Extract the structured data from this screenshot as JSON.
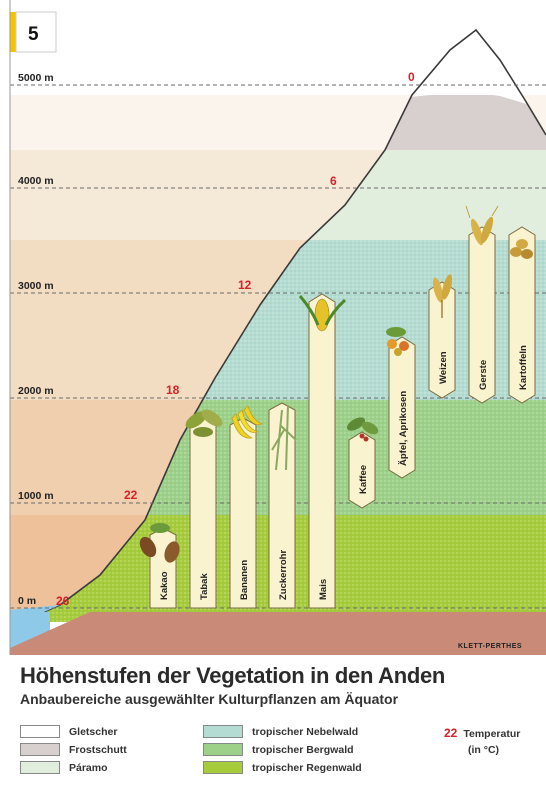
{
  "figure_number": "5",
  "altitude_labels": [
    "0 m",
    "1000 m",
    "2000 m",
    "3000 m",
    "4000 m",
    "5000 m"
  ],
  "temperature_labels": [
    "26",
    "22",
    "18",
    "12",
    "6",
    "0"
  ],
  "plants": [
    "Kakao",
    "Tabak",
    "Bananen",
    "Zuckerrohr",
    "Mais",
    "Kaffee",
    "Äpfel, Aprikosen",
    "Weizen",
    "Gerste",
    "Kartoffeln"
  ],
  "publisher": "KLETT-PERTHES",
  "title": "Höhenstufen der Vegetation in den Anden",
  "subtitle": "Anbaubereiche ausgewählter Kulturpflanzen am Äquator",
  "legend": {
    "gletscher": "Gletscher",
    "frostschutt": "Frostschutt",
    "paramo": "Páramo",
    "nebelwald": "tropischer Nebelwald",
    "bergwald": "tropischer Bergwald",
    "regenwald": "tropischer Regenwald",
    "temp_sample": "22",
    "temp_line1": "Temperatur",
    "temp_line2": "(in °C)"
  },
  "colors": {
    "gletscher": "#ffffff",
    "frostschutt": "#d8cfcf",
    "paramo": "#e2eedd",
    "nebelwald": "#b4dcd2",
    "bergwald": "#9dd18a",
    "regenwald": "#a6cc3c",
    "soil": "#c98a78",
    "water": "#8ec9e8",
    "temperature": "#d8202a"
  }
}
